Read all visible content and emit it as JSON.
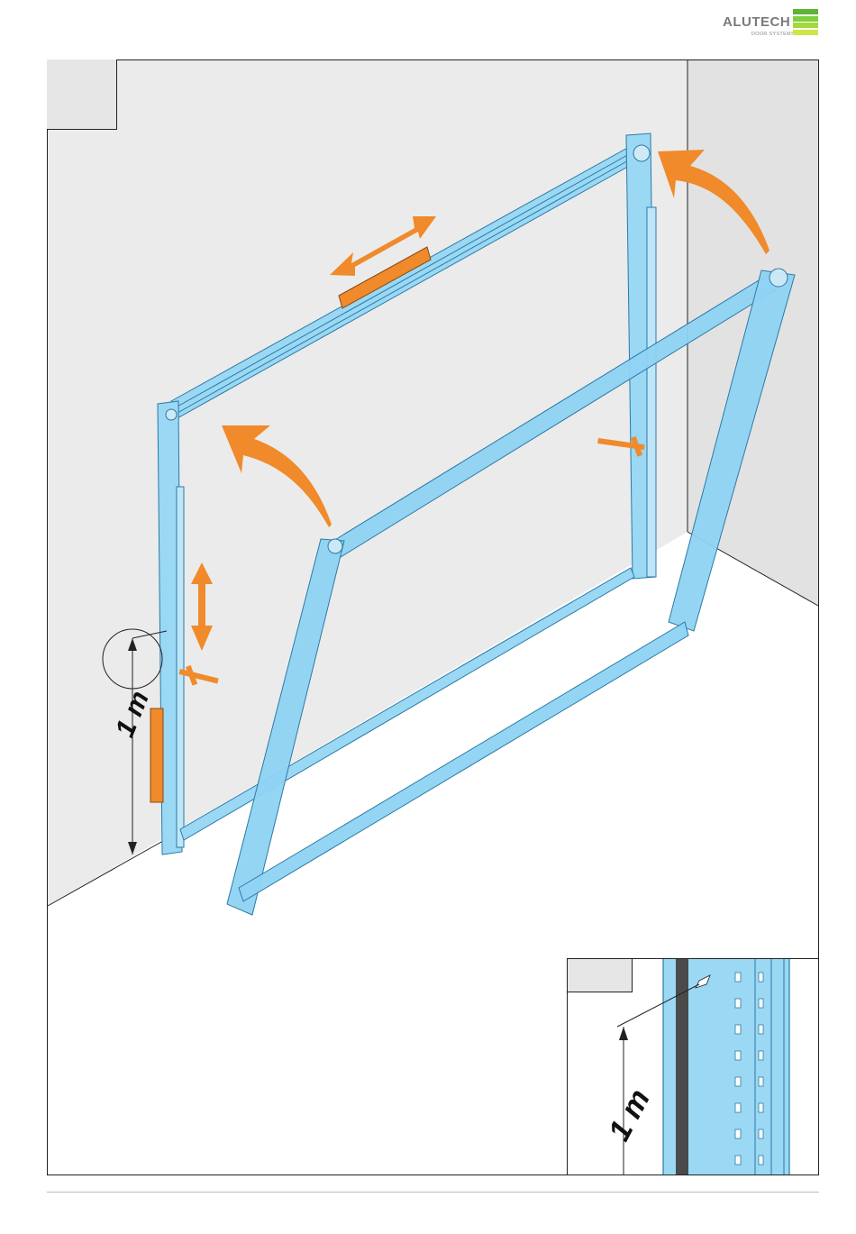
{
  "brand": {
    "name": "ALUTECH",
    "tagline": "DOOR SYSTEMS",
    "colors": [
      "#5cb531",
      "#7fcf3e",
      "#a3d93a",
      "#cfe64a"
    ]
  },
  "illustration": {
    "dimension_label": "1 m",
    "colors": {
      "rail": "#8fd3f3",
      "rail_edge": "#2b7aa6",
      "tool": "#f08a2b",
      "wall": "#e9e9e9"
    }
  },
  "detail": {
    "dimension_label": "1 m"
  }
}
